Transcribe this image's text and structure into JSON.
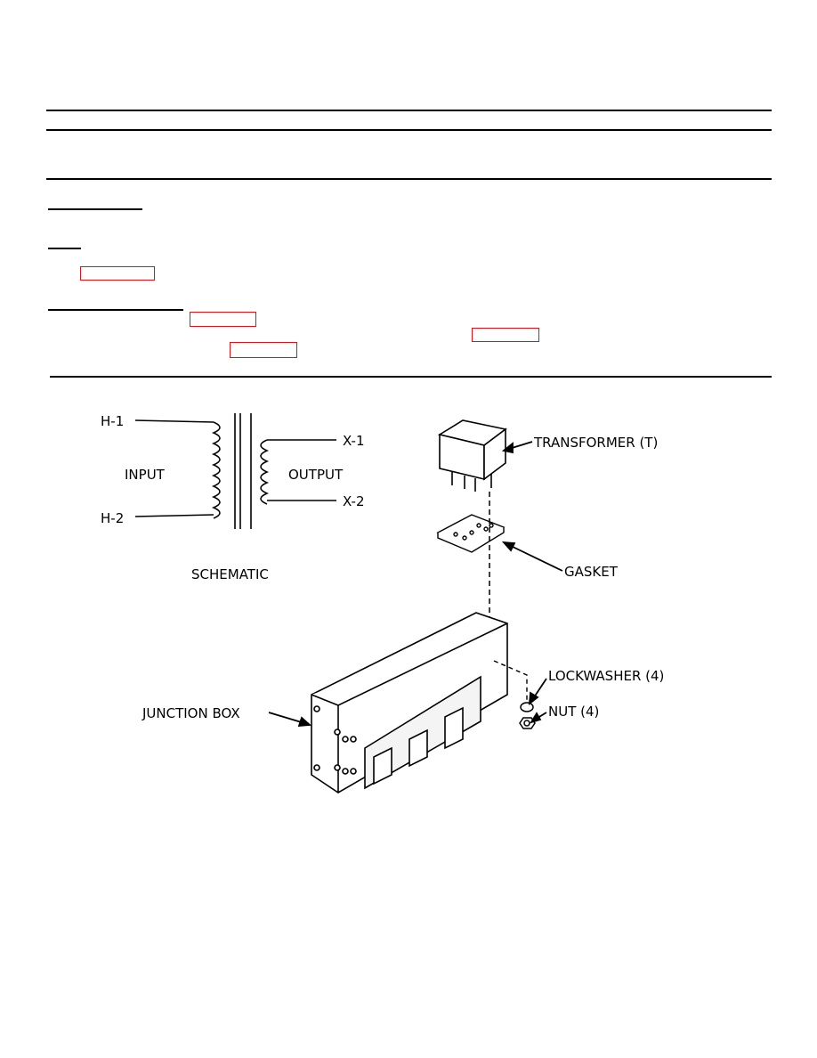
{
  "diagram": {
    "schematic": {
      "h1": "H-1",
      "h2": "H-2",
      "input": "INPUT",
      "output": "OUTPUT",
      "x1": "X-1",
      "x2": "X-2",
      "caption": "SCHEMATIC"
    },
    "callouts": {
      "transformer": "TRANSFORMER (T)",
      "gasket": "GASKET",
      "lockwasher": "LOCKWASHER (4)",
      "nut": "NUT (4)",
      "junction_box": "JUNCTION BOX"
    }
  },
  "colors": {
    "link_box": "#d0181f"
  }
}
